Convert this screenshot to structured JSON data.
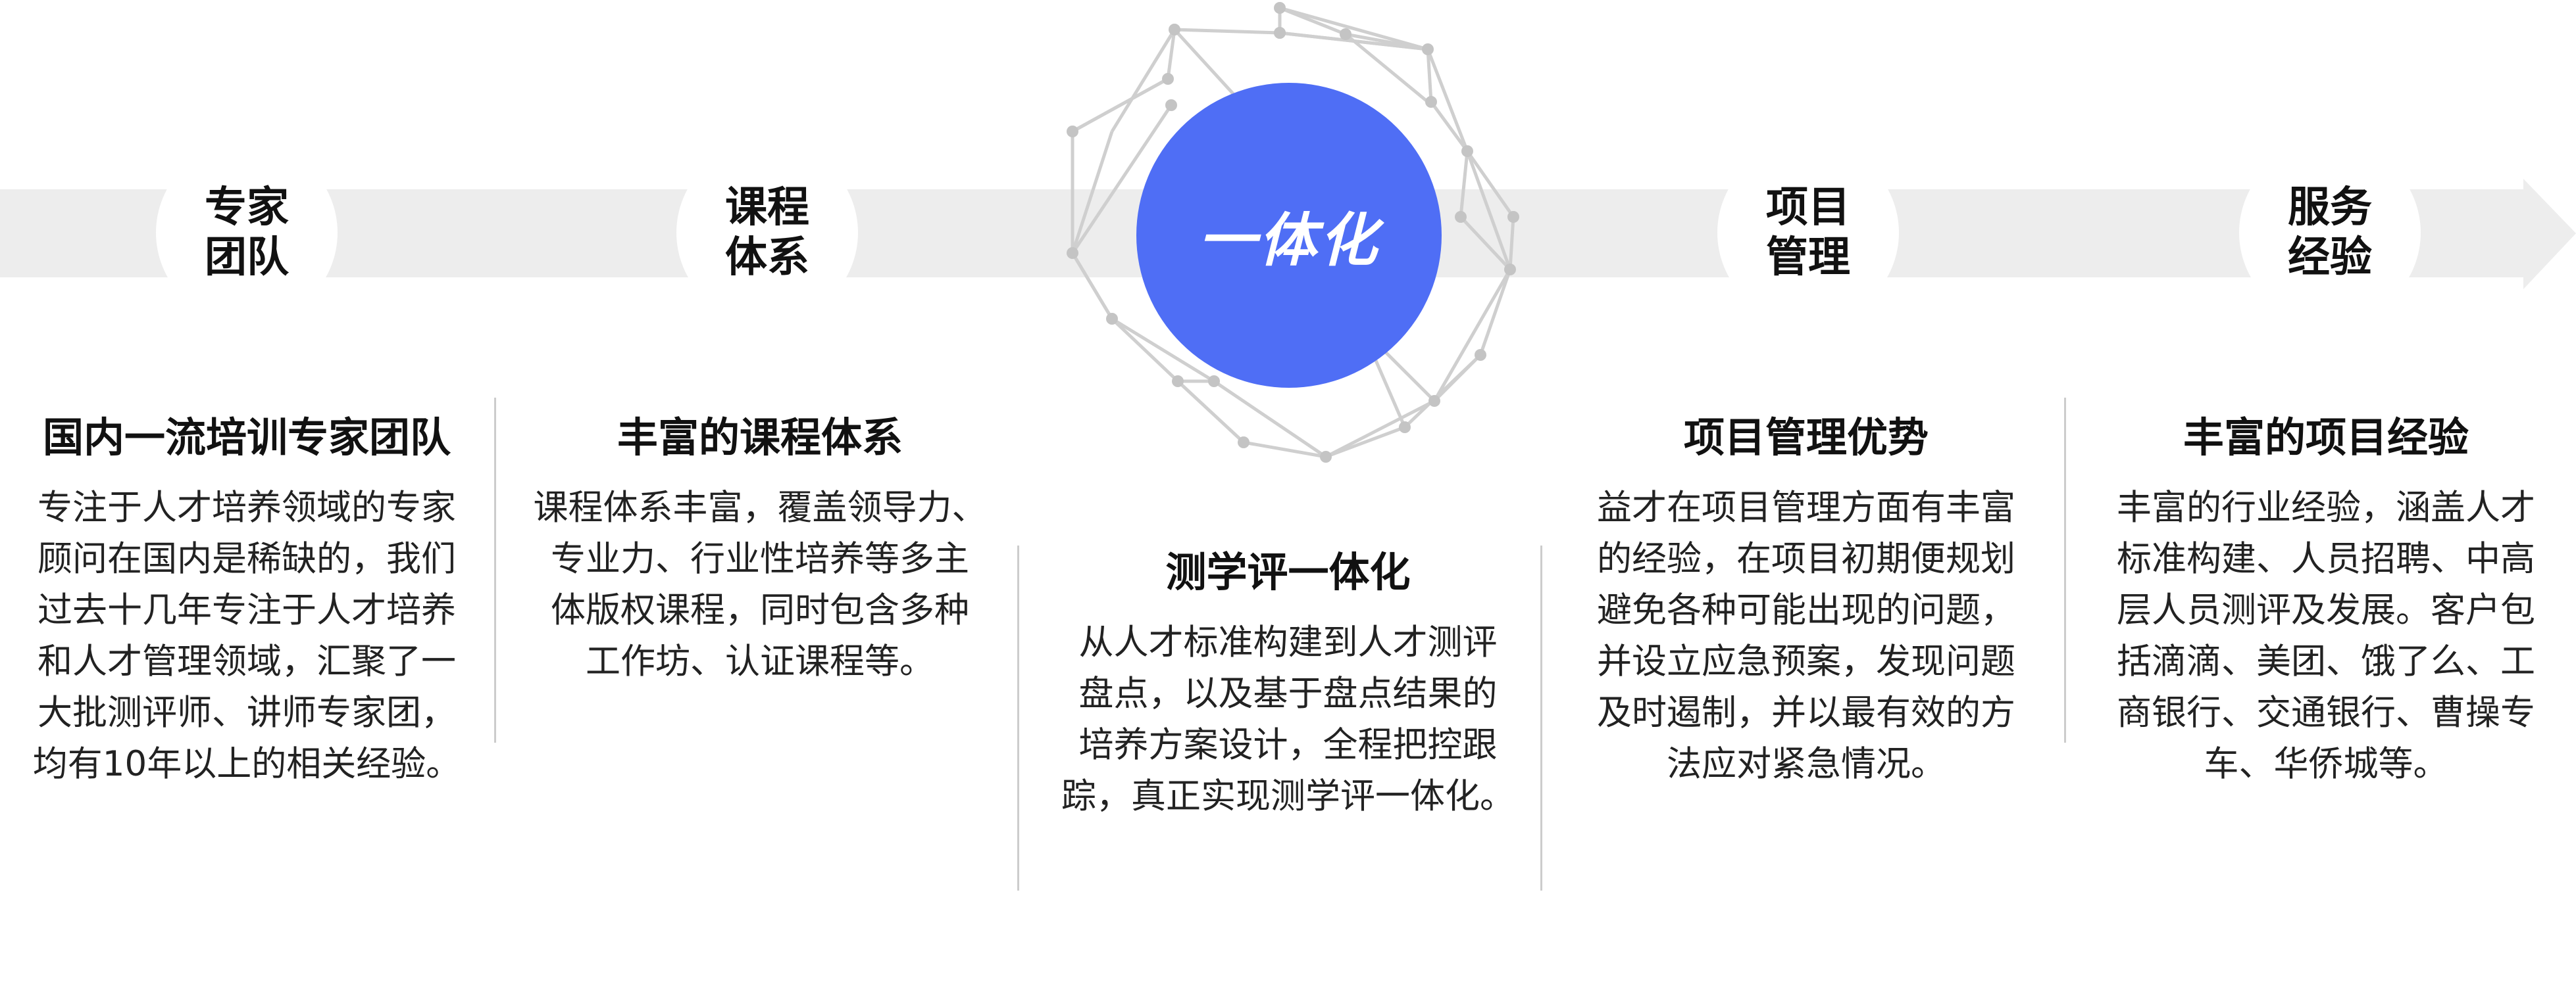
{
  "accent_color": "#4f6ef5",
  "band_color": "#ededed",
  "network_color": "#cfcfcf",
  "nodes": [
    {
      "label": "专家\n团队"
    },
    {
      "label": "课程\n体系"
    },
    {
      "label": "项目\n管理"
    },
    {
      "label": "服务\n经验"
    }
  ],
  "center": {
    "label": "一体化"
  },
  "columns": [
    {
      "title": "国内一流培训专家团队",
      "body": "专注于人才培养领域的专家\n顾问在国内是稀缺的，我们\n过去十几年专注于人才培养\n和人才管理领域，汇聚了一\n大批测评师、讲师专家团，\n均有10年以上的相关经验。"
    },
    {
      "title": "丰富的课程体系",
      "body": "课程体系丰富，覆盖领导力、\n专业力、行业性培养等多主\n体版权课程，同时包含多种\n工作坊、认证课程等。"
    },
    {
      "title": "测学评一体化",
      "body": "从人才标准构建到人才测评\n盘点，以及基于盘点结果的\n培养方案设计，全程把控跟\n踪，真正实现测学评一体化。"
    },
    {
      "title": "项目管理优势",
      "body": "益才在项目管理方面有丰富\n的经验，在项目初期便规划\n避免各种可能出现的问题，\n并设立应急预案，发现问题\n及时遏制，并以最有效的方\n法应对紧急情况。"
    },
    {
      "title": "丰富的项目经验",
      "body": "丰富的行业经验，涵盖人才\n标准构建、人员招聘、中高\n层人员测评及发展。客户包\n括滴滴、美团、饿了么、工\n商银行、交通银行、曹操专\n车、华侨城等。"
    }
  ]
}
